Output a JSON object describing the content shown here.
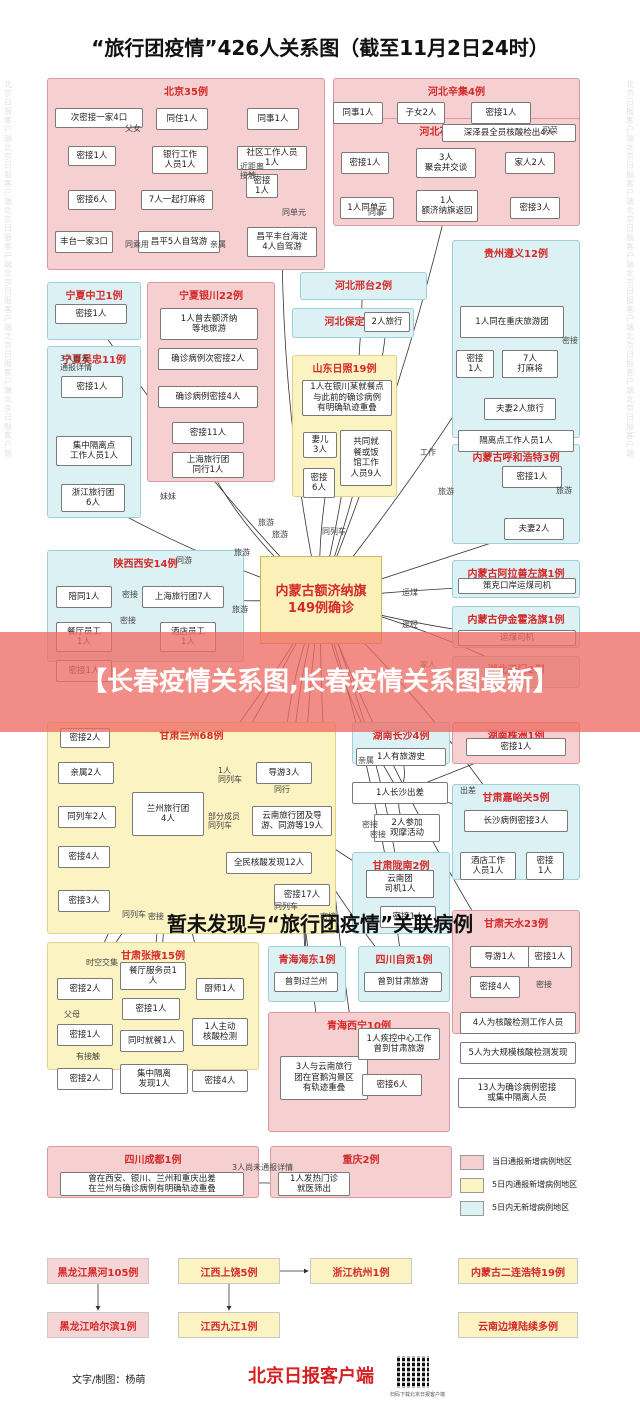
{
  "title": "“旅行团疫情”426人关系图（截至11月2日24时）",
  "subtitle": "暂未发现与“旅行团疫情”关联病例",
  "banner": "【长春疫情关系图,长春疫情关系图最新】",
  "credit": "文字/制图：杨萌",
  "brand": "北京日报客户端",
  "qr_caption": "扫码下载北京日报客户端",
  "watermark": "北京日报客户端",
  "hub": "内蒙古额济纳旗\n149例确诊",
  "regions": [
    {
      "id": "bj",
      "title": "北京35例",
      "color": "red"
    },
    {
      "id": "hbx",
      "title": "河北辛集4例",
      "color": "red"
    },
    {
      "id": "hbsjz",
      "title": "河北石家庄15例",
      "color": "red"
    },
    {
      "id": "nxzw",
      "title": "宁夏中卫1例",
      "color": "blu"
    },
    {
      "id": "nxyc",
      "title": "宁夏银川22例",
      "color": "red"
    },
    {
      "id": "hbxt",
      "title": "河北邢台2例",
      "color": "blu"
    },
    {
      "id": "gzzy",
      "title": "贵州遵义12例",
      "color": "blu"
    },
    {
      "id": "hbbd",
      "title": "河北保定2例",
      "color": "blu"
    },
    {
      "id": "sdrz",
      "title": "山东日照19例",
      "color": "yel"
    },
    {
      "id": "nxwz",
      "title": "宁夏吴忠11例",
      "color": "blu"
    },
    {
      "id": "nmhh",
      "title": "内蒙古呼和浩特3例",
      "color": "blu"
    },
    {
      "id": "sxxa",
      "title": "陕西西安14例",
      "color": "blu"
    },
    {
      "id": "nmal",
      "title": "内蒙古阿拉善左旗1例",
      "color": "blu"
    },
    {
      "id": "nmyj",
      "title": "内蒙古伊金霍洛旗1例",
      "color": "blu"
    },
    {
      "id": "hbtm",
      "title": "湖北天门2例",
      "color": "blu"
    },
    {
      "id": "hncs",
      "title": "湖南长沙4例",
      "color": "blu"
    },
    {
      "id": "hnzz",
      "title": "湖南株洲1例",
      "color": "red"
    },
    {
      "id": "gslz",
      "title": "甘肃兰州68例",
      "color": "yel"
    },
    {
      "id": "gsjy",
      "title": "甘肃嘉峪关5例",
      "color": "blu"
    },
    {
      "id": "gsln",
      "title": "甘肃陇南2例",
      "color": "blu"
    },
    {
      "id": "gsts",
      "title": "甘肃天水23例",
      "color": "red"
    },
    {
      "id": "gszy",
      "title": "甘肃张掖15例",
      "color": "yel"
    },
    {
      "id": "qhhd",
      "title": "青海海东1例",
      "color": "blu"
    },
    {
      "id": "sczg",
      "title": "四川自贡1例",
      "color": "blu"
    },
    {
      "id": "qhxn",
      "title": "青海西宁10例",
      "color": "red"
    },
    {
      "id": "sccd",
      "title": "四川成都1例",
      "color": "red"
    },
    {
      "id": "cq",
      "title": "重庆2例",
      "color": "red"
    }
  ],
  "nodes": [
    {
      "id": "bj1",
      "text": "次密接一家4口"
    },
    {
      "id": "bj2",
      "text": "同住1人"
    },
    {
      "id": "bj3",
      "text": "同事1人"
    },
    {
      "id": "bj4",
      "text": "密接1人"
    },
    {
      "id": "bj5",
      "text": "银行工作\n人员1人"
    },
    {
      "id": "bj6",
      "text": "社区工作人员\n1人"
    },
    {
      "id": "bj7",
      "text": "密接6人"
    },
    {
      "id": "bj8",
      "text": "7人一起打麻将"
    },
    {
      "id": "bj9",
      "text": "密接\n1人"
    },
    {
      "id": "bj10",
      "text": "丰台一家3口"
    },
    {
      "id": "bj11",
      "text": "昌平5人自驾游"
    },
    {
      "id": "bj12",
      "text": "昌平丰台海淀\n4人自驾游"
    },
    {
      "id": "hx1",
      "text": "同事1人"
    },
    {
      "id": "hx2",
      "text": "子女2人"
    },
    {
      "id": "hx3",
      "text": "密接1人"
    },
    {
      "id": "sj1",
      "text": "深泽县全员核酸检出4人"
    },
    {
      "id": "sj2",
      "text": "密接1人"
    },
    {
      "id": "sj3",
      "text": "3人\n聚会并交谈"
    },
    {
      "id": "sj4",
      "text": "家人2人"
    },
    {
      "id": "sj5",
      "text": "1人同单元"
    },
    {
      "id": "sj6",
      "text": "1人\n额济纳旗返回"
    },
    {
      "id": "sj7",
      "text": "密接3人"
    },
    {
      "id": "zw1",
      "text": "密接1人"
    },
    {
      "id": "yc1",
      "text": "1人曾去额济纳\n等地旅游"
    },
    {
      "id": "yc2",
      "text": "确诊病例次密接2人"
    },
    {
      "id": "yc3",
      "text": "确诊病例密接4人"
    },
    {
      "id": "yc4",
      "text": "密接11人"
    },
    {
      "id": "yc5",
      "text": "上海旅行团\n同行1人"
    },
    {
      "id": "bd1",
      "text": "2人旅行"
    },
    {
      "id": "rz1",
      "text": "1人在银川某就餐点\n与此前的确诊病例\n有明确轨迹重叠"
    },
    {
      "id": "rz2",
      "text": "妻儿\n3人"
    },
    {
      "id": "rz3",
      "text": "共同就\n餐或饭\n馆工作\n人员9人"
    },
    {
      "id": "rz4",
      "text": "密接\n6人"
    },
    {
      "id": "zy1",
      "text": "1人同在重庆旅游团"
    },
    {
      "id": "zy2",
      "text": "密接\n1人"
    },
    {
      "id": "zy3",
      "text": "7人\n打麻将"
    },
    {
      "id": "zy4",
      "text": "夫妻2人旅行"
    },
    {
      "id": "zy5",
      "text": "隔离点工作人员1人"
    },
    {
      "id": "wz1",
      "text": "密接1人"
    },
    {
      "id": "wz2",
      "text": "集中隔离点\n工作人员1人"
    },
    {
      "id": "wz3",
      "text": "浙江旅行团\n6人"
    },
    {
      "id": "hh1",
      "text": "密接1人"
    },
    {
      "id": "hh2",
      "text": "夫妻2人"
    },
    {
      "id": "xa1",
      "text": "陪同1人"
    },
    {
      "id": "xa2",
      "text": "上海旅行团7人"
    },
    {
      "id": "xa3",
      "text": "餐厅员工\n1人"
    },
    {
      "id": "xa4",
      "text": "酒店员工\n1人"
    },
    {
      "id": "xa5",
      "text": "密接1人"
    },
    {
      "id": "al1",
      "text": "策克口岸运煤司机"
    },
    {
      "id": "yj1",
      "text": "运煤司机"
    },
    {
      "id": "cs1",
      "text": "1人有旅游史"
    },
    {
      "id": "cs2",
      "text": "1人长沙出差"
    },
    {
      "id": "cs3",
      "text": "2人参加\n观摩活动"
    },
    {
      "id": "zz1",
      "text": "密接1人"
    },
    {
      "id": "lz1",
      "text": "密接2人"
    },
    {
      "id": "lz2",
      "text": "亲属2人"
    },
    {
      "id": "lz3",
      "text": "导游3人"
    },
    {
      "id": "lz4",
      "text": "同列车2人"
    },
    {
      "id": "lz5",
      "text": "兰州旅行团\n4人"
    },
    {
      "id": "lz6",
      "text": "云南旅行团及导\n游、同游等19人"
    },
    {
      "id": "lz7",
      "text": "密接4人"
    },
    {
      "id": "lz8",
      "text": "全民核酸发现12人"
    },
    {
      "id": "lz9",
      "text": "密接17人"
    },
    {
      "id": "lz10",
      "text": "密接3人"
    },
    {
      "id": "jy1",
      "text": "长沙病例密接3人"
    },
    {
      "id": "jy2",
      "text": "酒店工作\n人员1人"
    },
    {
      "id": "jy3",
      "text": "密接\n1人"
    },
    {
      "id": "ln1",
      "text": "云南团\n司机1人"
    },
    {
      "id": "ln2",
      "text": "密接1人"
    },
    {
      "id": "ts1",
      "text": "导游1人"
    },
    {
      "id": "ts2",
      "text": "密接1人"
    },
    {
      "id": "ts3",
      "text": "密接4人"
    },
    {
      "id": "ts4",
      "text": "4人为核酸检测工作人员"
    },
    {
      "id": "ts5",
      "text": "5人为大规模核酸检测发现"
    },
    {
      "id": "ts6",
      "text": "13人为确诊病例密接\n或集中隔离人员"
    },
    {
      "id": "zyz1",
      "text": "密接2人"
    },
    {
      "id": "zyz2",
      "text": "餐厅服务员1\n人"
    },
    {
      "id": "zyz3",
      "text": "厨师1人"
    },
    {
      "id": "zyz4",
      "text": "密接1人"
    },
    {
      "id": "zyz5",
      "text": "密接1人"
    },
    {
      "id": "zyz6",
      "text": "同时就餐1人"
    },
    {
      "id": "zyz7",
      "text": "1人主动\n核酸检测"
    },
    {
      "id": "zyz8",
      "text": "密接2人"
    },
    {
      "id": "zyz9",
      "text": "集中隔离\n发现1人"
    },
    {
      "id": "zyz10",
      "text": "密接4人"
    },
    {
      "id": "hd1",
      "text": "曾到过兰州"
    },
    {
      "id": "zg1",
      "text": "曾到甘肃旅游"
    },
    {
      "id": "xn1",
      "text": "3人与云南旅行\n团在官鹅沟景区\n有轨迹重叠"
    },
    {
      "id": "xn2",
      "text": "1人疾控中心工作\n曾到甘肃旅游"
    },
    {
      "id": "xn3",
      "text": "密接6人"
    },
    {
      "id": "cd1",
      "text": "曾在西安、银川、兰州和重庆出差\n在兰州与确诊病例有明确轨迹重叠"
    },
    {
      "id": "cq1",
      "text": "1人发热门诊\n就医筛出"
    }
  ],
  "edge_labels": [
    "父女",
    "近距离\n接触",
    "同单元",
    "同事",
    "买菜",
    "同乘用",
    "亲属",
    "旅游",
    "同列车",
    "工作",
    "运煤",
    "途经",
    "密接",
    "部分成员\n同列车",
    "同行",
    "亲属",
    "同列车",
    "时空交集",
    "父母",
    "有接触",
    "3人尚未通报详情",
    "3人尚未\n通报详情",
    "妹妹",
    "旅游",
    "旅游",
    "旅游",
    "旅游",
    "家人",
    "密接",
    "密接",
    "同列车",
    "同游",
    "出差",
    "1人\n同列车",
    "密接",
    "密接",
    "旅游",
    "密接",
    "密接",
    "密接"
  ],
  "legend": [
    {
      "color": "#f6cfd1",
      "text": "当日通报新增病例地区"
    },
    {
      "color": "#fbf3c2",
      "text": "5日内通报新增病例地区"
    },
    {
      "color": "#dcf1f4",
      "text": "5日内无新增病例地区"
    }
  ],
  "unrelated": [
    {
      "text": "黑龙江黑河105例",
      "color": "red"
    },
    {
      "text": "黑龙江哈尔滨1例",
      "color": "red"
    },
    {
      "text": "江西上饶5例",
      "color": "yel"
    },
    {
      "text": "江西九江1例",
      "color": "yel"
    },
    {
      "text": "浙江杭州1例",
      "color": "yel"
    },
    {
      "text": "内蒙古二连浩特19例",
      "color": "yel"
    },
    {
      "text": "云南边境陆续多例",
      "color": "yel"
    }
  ]
}
